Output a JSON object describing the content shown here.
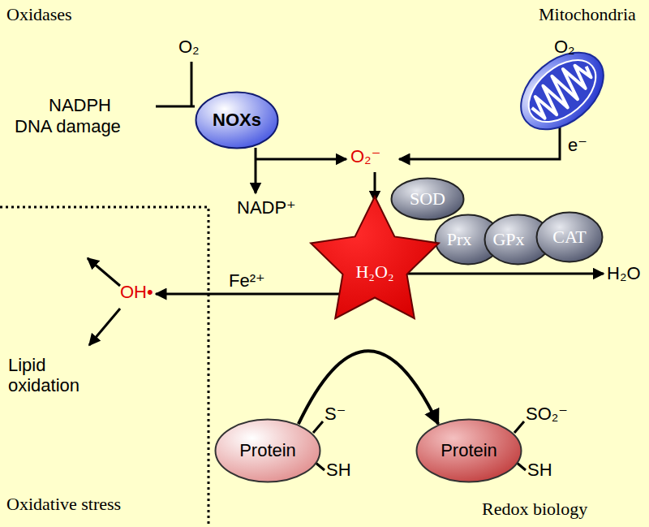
{
  "diagram": {
    "nodes": [
      {
        "text": [
          "NOXs"
        ]
      },
      {
        "text": [
          "SOD"
        ]
      },
      {
        "text": [
          "Prx"
        ]
      },
      {
        "text": [
          "GPx"
        ]
      },
      {
        "text": [
          "CAT"
        ]
      },
      {
        "text": [
          "H₂O₂"
        ]
      },
      {
        "text": [
          "Protein"
        ]
      },
      {
        "text": [
          "Protein"
        ]
      }
    ],
    "edges": [
      {
        "from": 6,
        "to": 7,
        "arrow": "to"
      }
    ],
    "labels": [
      "Oxidases",
      "Mitochondria",
      "O₂",
      "O₂",
      "NADPH",
      "NADP⁺",
      "O₂⁻",
      "e⁻",
      "DNA damage",
      "Fe²⁺",
      "OH•",
      "Lipid oxidation",
      "H₂O",
      "Oxidative stress",
      "Redox biology",
      "S⁻",
      "SH",
      "SO₂⁻",
      "SH"
    ]
  }
}
